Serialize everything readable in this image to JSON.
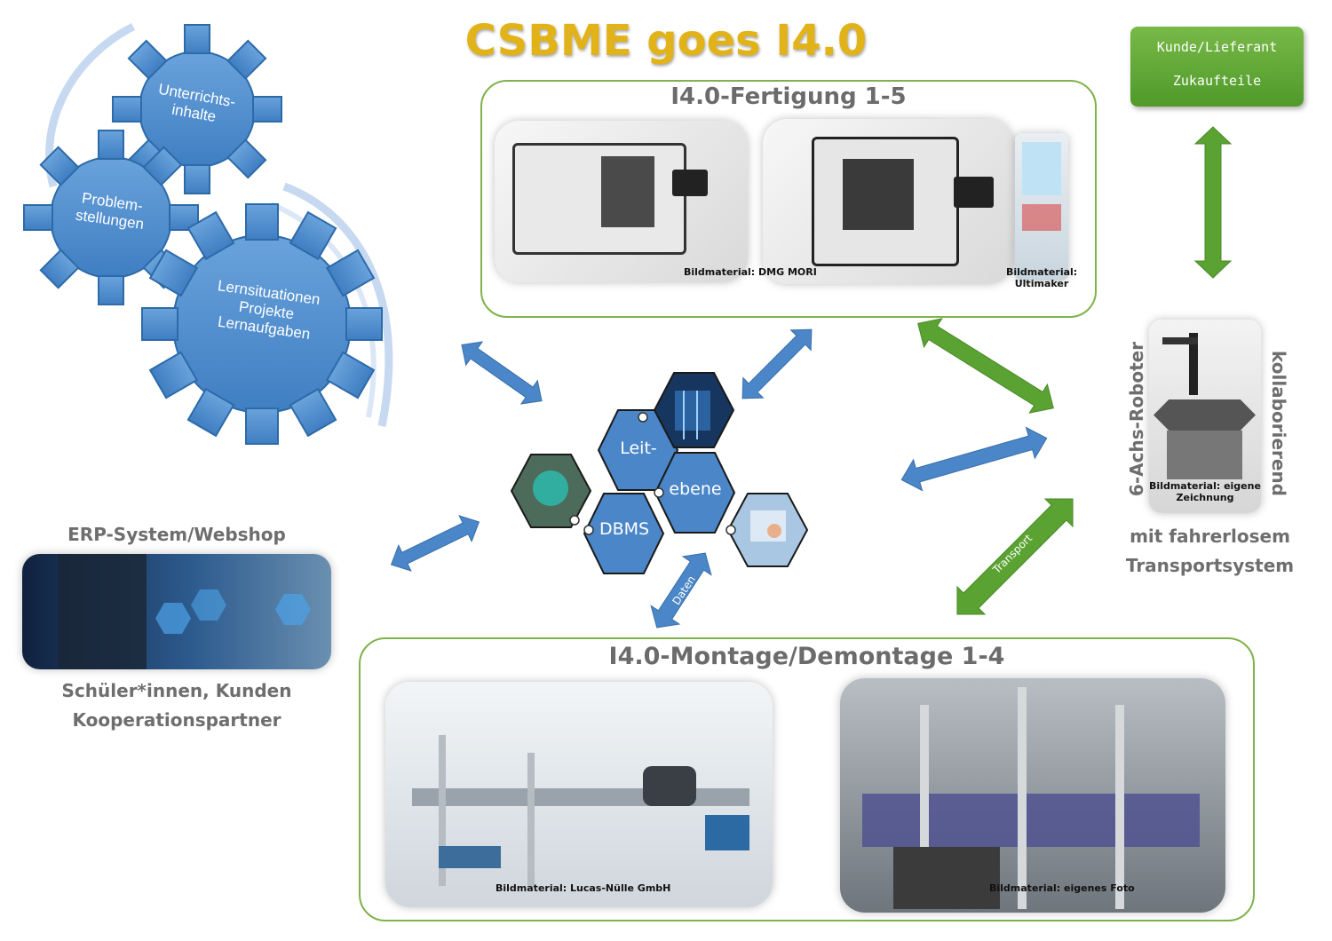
{
  "title": "CSBME goes I4.0",
  "supplier_button": {
    "line1": "Kunde/Lieferant",
    "line2": "Zukaufteile"
  },
  "gears": {
    "top": {
      "line1": "Unterrichts-",
      "line2": "inhalte"
    },
    "middle": {
      "line1": "Problem-",
      "line2": "stellungen"
    },
    "large": {
      "line1": "Lernsituationen",
      "line2": "Projekte",
      "line3": "Lernaufgaben"
    }
  },
  "fertigung": {
    "title": "I4.0-Fertigung 1-5",
    "credit_dmg": "Bildmaterial: DMG MORI",
    "credit_ultimaker_1": "Bildmaterial:",
    "credit_ultimaker_2": "Ultimaker"
  },
  "hub": {
    "leit": "Leit-",
    "ebene": "ebene",
    "dbms": "DBMS"
  },
  "erp": {
    "title": "ERP-System/Webshop",
    "caption_1": "Schüler*innen, Kunden",
    "caption_2": "Kooperationspartner"
  },
  "robot": {
    "left_vertical": "6-Achs-Roboter",
    "right_vertical": "kollaborierend",
    "credit_1": "Bildmaterial: eigene",
    "credit_2": "Zeichnung",
    "caption_1": "mit fahrerlosem",
    "caption_2": "Transportsystem"
  },
  "arrows": {
    "transport": "Transport",
    "daten": "Daten"
  },
  "montage": {
    "title": "I4.0-Montage/Demontage 1-4",
    "credit_lucas": "Bildmaterial: Lucas-Nülle GmbH",
    "credit_foto": "Bildmaterial: eigenes Foto"
  },
  "colors": {
    "title": "#e2b318",
    "blue": "#4a86c8",
    "green": "#5aa332",
    "box_border": "#7fb24a",
    "grey_text": "#6e6e6e"
  }
}
